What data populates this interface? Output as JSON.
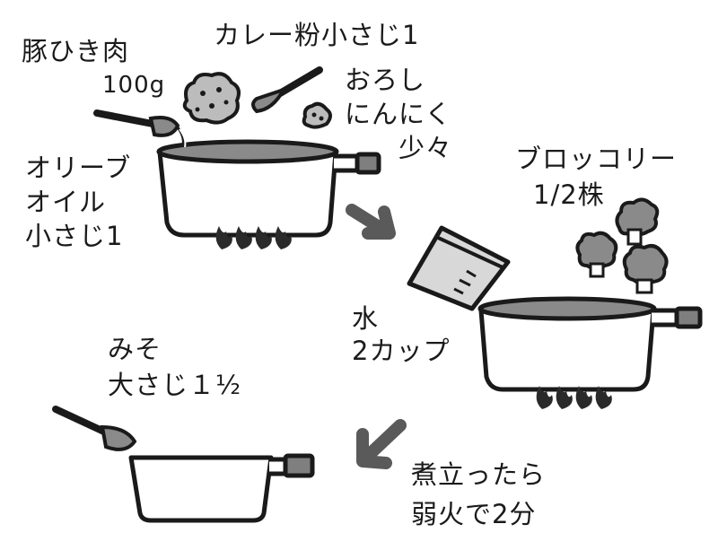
{
  "step1": {
    "pork": {
      "name": "豚ひき肉",
      "amount": "100g"
    },
    "curry": "カレー粉小さじ1",
    "garlic": [
      "おろし",
      "にんにく",
      "少々"
    ],
    "oil": [
      "オリーブ",
      "オイル",
      "小さじ1"
    ]
  },
  "step2": {
    "broccoli": [
      "ブロッコリー",
      "1/2株"
    ],
    "water": [
      "水",
      "2カップ"
    ]
  },
  "step3": {
    "miso": [
      "みそ",
      "大さじ１½"
    ],
    "simmer": [
      "煮立ったら",
      "弱火で2分"
    ]
  },
  "colors": {
    "ink": "#1a1a1a",
    "pot_fill": "#ffffff",
    "liquid": "#8a8a8a",
    "handle_grip": "#7f7f7f",
    "arrow": "#5a5a5a",
    "ingredient": "#bcbcbc",
    "flame": "#2a2a2a"
  }
}
